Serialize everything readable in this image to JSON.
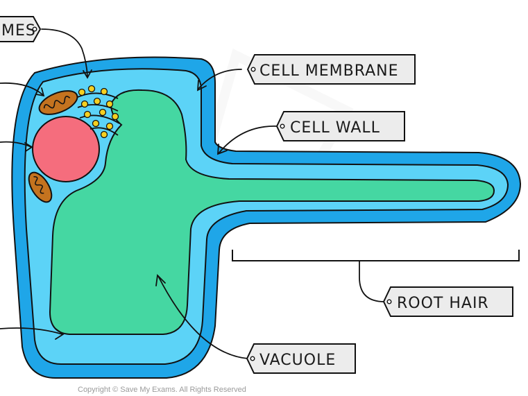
{
  "labels": {
    "ribosomes_partial": "MES",
    "cell_membrane": "CELL  MEMBRANE",
    "cell_wall": "CELL  WALL",
    "root_hair": "ROOT  HAIR",
    "vacuole": "VACUOLE"
  },
  "copyright": "Copyright © Save My Exams. All Rights Reserved",
  "colors": {
    "cell_wall": "#1fa6e8",
    "cytoplasm": "#5cd3f7",
    "vacuole": "#45d7a2",
    "nucleus": "#f56d7d",
    "mitochondrion": "#c4731f",
    "ribosome": "#f5d021",
    "tag_fill": "#ececec",
    "outline": "#111111"
  }
}
